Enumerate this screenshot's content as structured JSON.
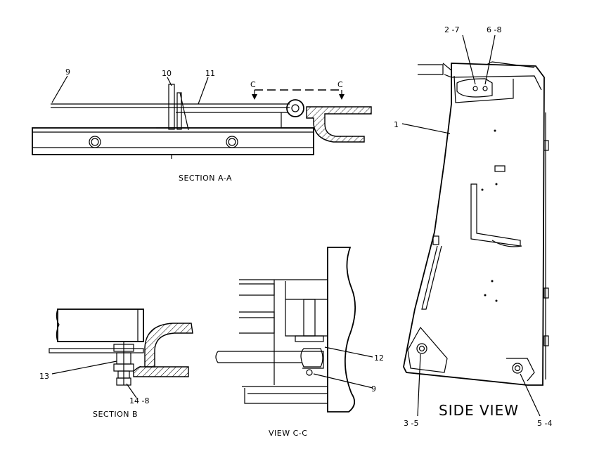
{
  "captions": {
    "section_aa": "SECTION A-A",
    "section_b": "SECTION B",
    "view_cc": "VIEW C-C",
    "side_view": "SIDE VIEW"
  },
  "callouts": {
    "c9_top": "9",
    "c10": "10",
    "c11": "11",
    "cut_left": "C",
    "cut_right": "C",
    "c1": "1",
    "c2_7": "2 -7",
    "c6_8": "6 -8",
    "c3_5": "3 -5",
    "c5_4": "5 -4",
    "c12": "12",
    "c9_view": "9",
    "c13": "13",
    "c14_8": "14 -8"
  }
}
